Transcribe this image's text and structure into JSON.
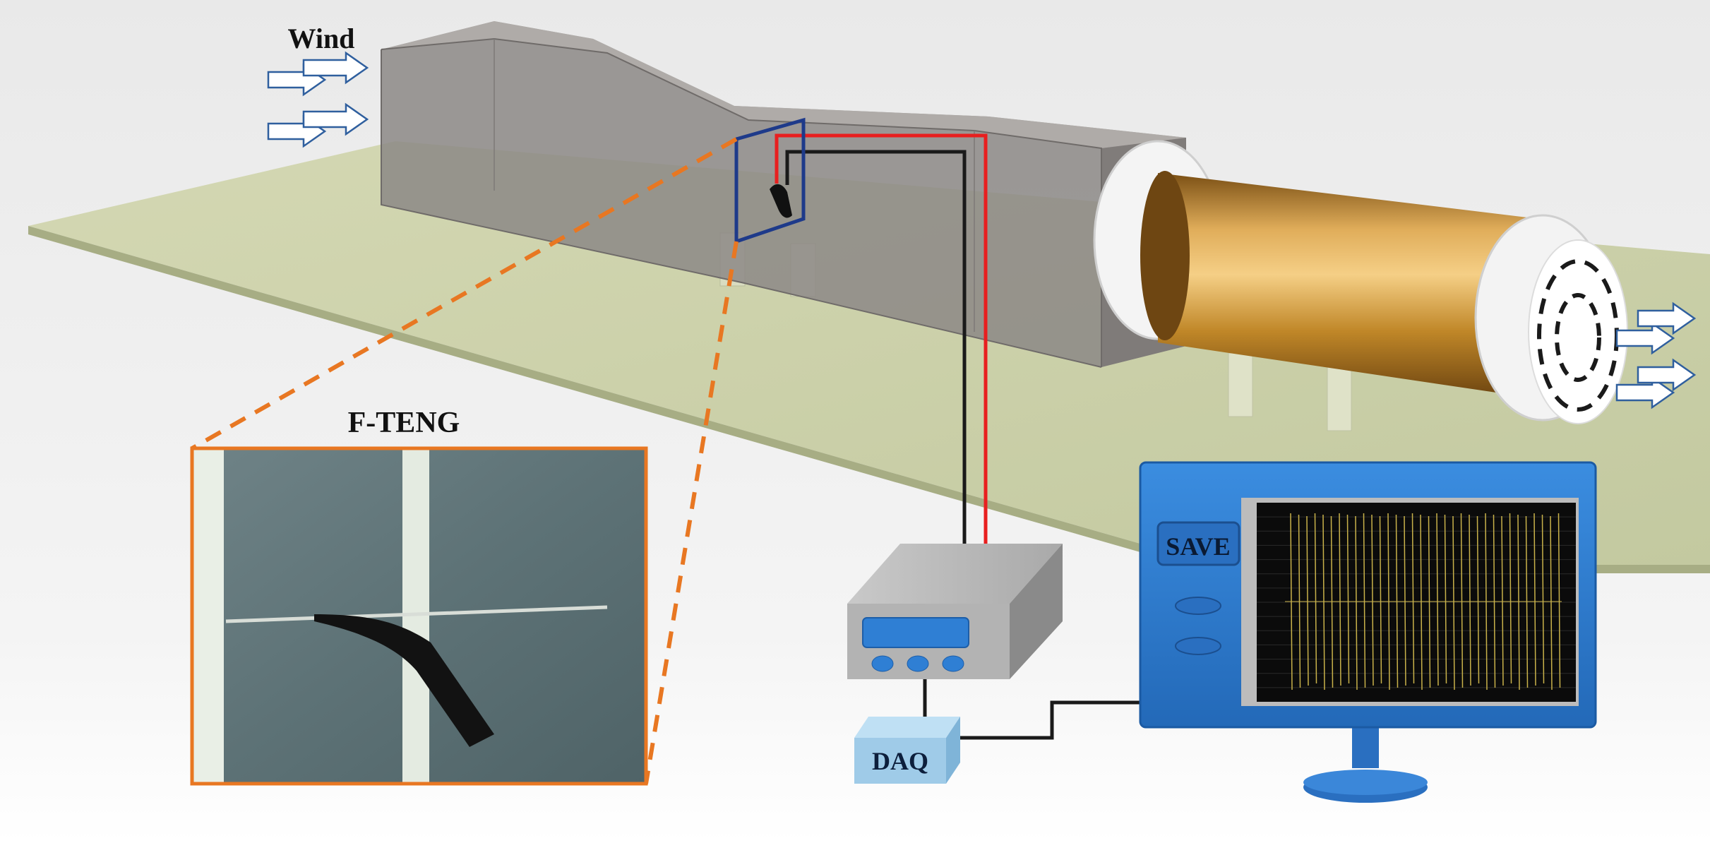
{
  "labels": {
    "wind": "Wind",
    "fteng": "F-TENG",
    "daq": "DAQ",
    "save": "SAVE"
  },
  "colors": {
    "platform": "#c9cfa6",
    "tunnel": "#9e9a98",
    "fan_body": "#c8922f",
    "fan_ring": "#f2f2f2",
    "zoom_frame": "#1e3a8a",
    "callout": "#e87722",
    "wire_red": "#e81f1f",
    "wire_black": "#1a1a1a",
    "monitor": "#2f7fd4",
    "screen": "#0b0b0b",
    "signal": "#c9b24a",
    "daq_box": "#9fcbe8",
    "amplifier": "#9b9b9b",
    "amplifier_display": "#2f7fd4"
  },
  "icons": {
    "wind_in": "arrow-right-outline",
    "wind_out": "arrow-right-outline"
  }
}
